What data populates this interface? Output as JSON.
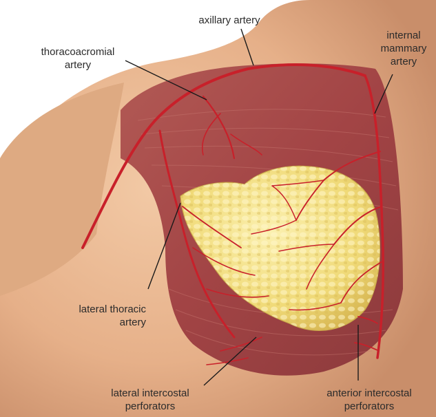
{
  "labels": {
    "axillary": "axillary artery",
    "thoracoacromial_1": "thoracoacromial",
    "thoracoacromial_2": "artery",
    "internal_1": "internal",
    "internal_2": "mammary",
    "internal_3": "artery",
    "lateral_thoracic_1": "lateral thoracic",
    "lateral_thoracic_2": "artery",
    "lateral_intercostal_1": "lateral intercostal",
    "lateral_intercostal_2": "perforators",
    "anterior_intercostal_1": "anterior intercostal",
    "anterior_intercostal_2": "perforators"
  },
  "colors": {
    "background": "#ffffff",
    "skin": "#e8b48c",
    "muscle": "#a8484a",
    "artery": "#c8202a",
    "gland": "#f2df82",
    "leader": "#1a1a1a"
  }
}
